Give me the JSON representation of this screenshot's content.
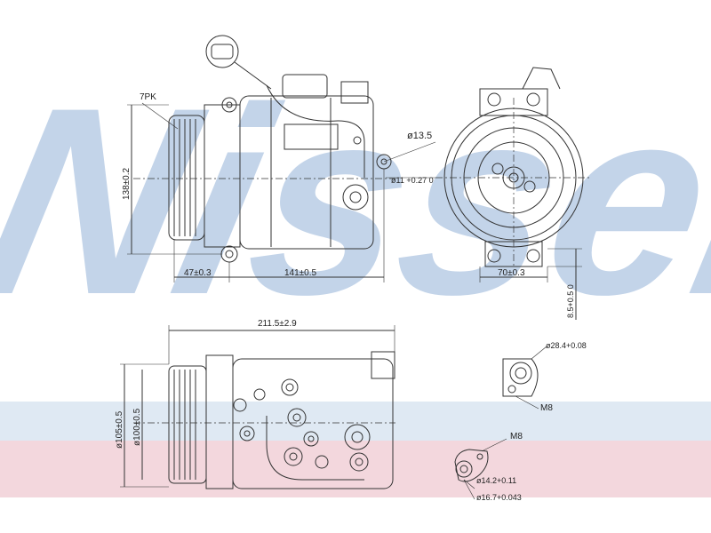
{
  "watermark": {
    "text": "Nissens",
    "color": "#b9cde6"
  },
  "bands": {
    "blue": "#dfe9f3",
    "pink": "#f3d7dd"
  },
  "labels": {
    "belt": "7PK",
    "height": "138±0.2",
    "pulley_offset": "47±0.3",
    "body_length": "141±0.5",
    "port_diameter_top": "ø13.5",
    "port_tolerance": "ø11 +0.27 0",
    "front_width": "70±0.3",
    "front_offset": "8.5+0.5 0",
    "overall_length": "211.5±2.9",
    "diameter_105": "ø105±0.5",
    "diameter_100": "ø100±0.5",
    "port_a_diameter": "ø28.4+0.08",
    "port_a_thread": "M8",
    "port_b_thread": "M8",
    "port_b_d1": "ø14.2+0.11",
    "port_b_d2": "ø16.7+0.043"
  }
}
